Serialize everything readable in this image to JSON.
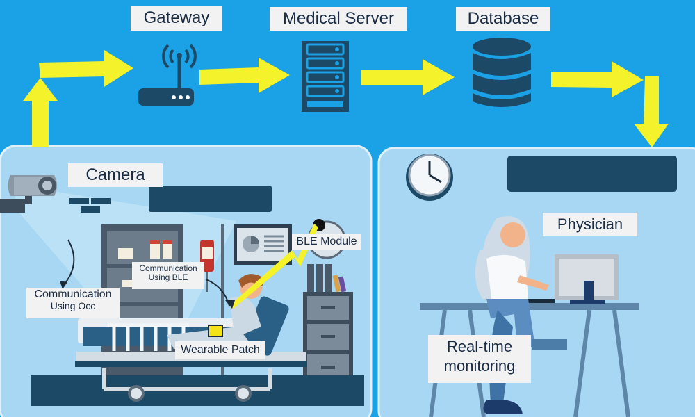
{
  "labels": {
    "gateway": "Gateway",
    "medical_server": "Medical Server",
    "database": "Database",
    "camera": "Camera",
    "physician": "Physician",
    "ble_module": "BLE Module",
    "comm_ble": {
      "line1": "Communication",
      "line2": "Using BLE"
    },
    "comm_occ": {
      "line1": "Communication",
      "line2": "Using Occ"
    },
    "wearable_patch": "Wearable Patch",
    "realtime": {
      "line1": "Real-time",
      "line2": "monitoring"
    }
  },
  "colors": {
    "background": "#1aa1e6",
    "panel": "#a7d7f3",
    "panel_border": "#dff1fb",
    "arrow": "#f4f22a",
    "navy": "#1c4966",
    "label_bg": "#f2f2f2",
    "label_text": "#1b2d44"
  },
  "icons": [
    "wifi-router-icon",
    "server-rack-icon",
    "database-icon",
    "clock-icon",
    "security-camera-icon"
  ]
}
